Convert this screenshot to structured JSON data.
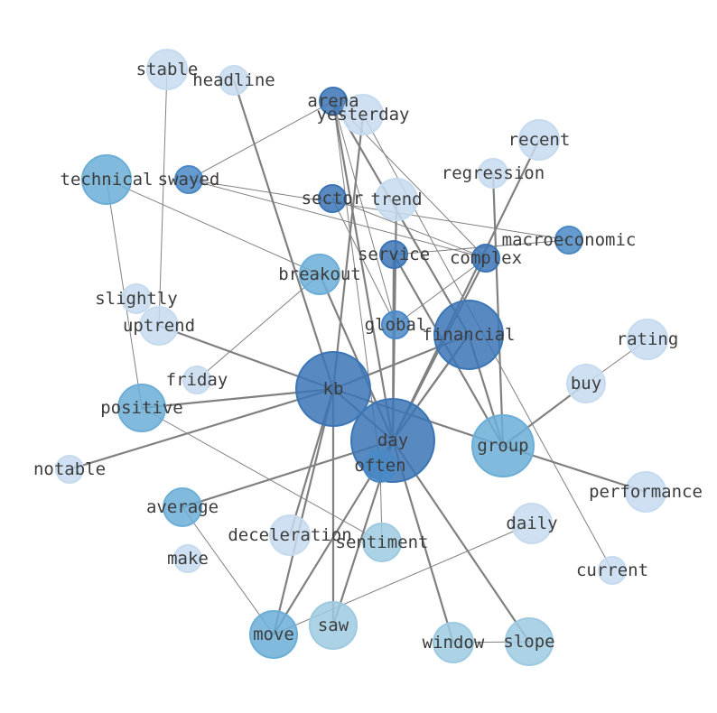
{
  "colors": {
    "background": "#ffffff",
    "edge": "#808080",
    "label": "#3c3c3c",
    "node_levels": [
      "#c6dbef",
      "#9ecae1",
      "#6baed6",
      "#4a89c6",
      "#3b75b6"
    ]
  },
  "graph": {
    "nodes": [
      {
        "id": "stable",
        "label": "stable",
        "level": 0
      },
      {
        "id": "headline",
        "label": "headline",
        "level": 0
      },
      {
        "id": "arena",
        "label": "arena",
        "level": 4
      },
      {
        "id": "yesterday",
        "label": "yesterday",
        "level": 0
      },
      {
        "id": "recent",
        "label": "recent",
        "level": 0
      },
      {
        "id": "regression",
        "label": "regression",
        "level": 0
      },
      {
        "id": "technical",
        "label": "technical",
        "level": 2
      },
      {
        "id": "swayed",
        "label": "swayed",
        "level": 3
      },
      {
        "id": "sector",
        "label": "sector",
        "level": 4
      },
      {
        "id": "trend",
        "label": "trend",
        "level": 0
      },
      {
        "id": "macroeconomic",
        "label": "macroeconomic",
        "level": 3
      },
      {
        "id": "service",
        "label": "service",
        "level": 4
      },
      {
        "id": "complex",
        "label": "complex",
        "level": 4
      },
      {
        "id": "breakout",
        "label": "breakout",
        "level": 2
      },
      {
        "id": "slightly",
        "label": "slightly",
        "level": 0
      },
      {
        "id": "uptrend",
        "label": "uptrend",
        "level": 0
      },
      {
        "id": "global",
        "label": "global",
        "level": 3
      },
      {
        "id": "financial",
        "label": "financial",
        "level": 4
      },
      {
        "id": "rating",
        "label": "rating",
        "level": 0
      },
      {
        "id": "friday",
        "label": "friday",
        "level": 0
      },
      {
        "id": "kb",
        "label": "kb",
        "level": 4
      },
      {
        "id": "buy",
        "label": "buy",
        "level": 0
      },
      {
        "id": "positive",
        "label": "positive",
        "level": 2
      },
      {
        "id": "day",
        "label": "day",
        "level": 4
      },
      {
        "id": "group",
        "label": "group",
        "level": 2
      },
      {
        "id": "notable",
        "label": "notable",
        "level": 0
      },
      {
        "id": "often",
        "label": "often",
        "level": 3
      },
      {
        "id": "performance",
        "label": "performance",
        "level": 0
      },
      {
        "id": "average",
        "label": "average",
        "level": 2
      },
      {
        "id": "daily",
        "label": "daily",
        "level": 0
      },
      {
        "id": "deceleration",
        "label": "deceleration",
        "level": 0
      },
      {
        "id": "sentiment",
        "label": "sentiment",
        "level": 1
      },
      {
        "id": "make",
        "label": "make",
        "level": 0
      },
      {
        "id": "current",
        "label": "current",
        "level": 0
      },
      {
        "id": "move",
        "label": "move",
        "level": 2
      },
      {
        "id": "saw",
        "label": "saw",
        "level": 1
      },
      {
        "id": "window",
        "label": "window",
        "level": 1
      },
      {
        "id": "slope",
        "label": "slope",
        "level": 1
      }
    ],
    "edges": [
      [
        "stable",
        "uptrend"
      ],
      [
        "headline",
        "kb"
      ],
      [
        "technical",
        "positive"
      ],
      [
        "technical",
        "breakout"
      ],
      [
        "swayed",
        "arena"
      ],
      [
        "swayed",
        "complex"
      ],
      [
        "swayed",
        "macroeconomic"
      ],
      [
        "arena",
        "global"
      ],
      [
        "arena",
        "complex"
      ],
      [
        "arena",
        "financial"
      ],
      [
        "arena",
        "day"
      ],
      [
        "arena",
        "often"
      ],
      [
        "yesterday",
        "kb"
      ],
      [
        "yesterday",
        "current"
      ],
      [
        "sector",
        "global"
      ],
      [
        "sector",
        "complex"
      ],
      [
        "trend",
        "day"
      ],
      [
        "service",
        "global"
      ],
      [
        "service",
        "day"
      ],
      [
        "service",
        "macroeconomic"
      ],
      [
        "service",
        "group"
      ],
      [
        "complex",
        "day"
      ],
      [
        "complex",
        "global"
      ],
      [
        "recent",
        "day"
      ],
      [
        "regression",
        "group"
      ],
      [
        "financial",
        "kb"
      ],
      [
        "financial",
        "group"
      ],
      [
        "financial",
        "day"
      ],
      [
        "kb",
        "day"
      ],
      [
        "kb",
        "group"
      ],
      [
        "kb",
        "saw"
      ],
      [
        "kb",
        "notable"
      ],
      [
        "kb",
        "uptrend"
      ],
      [
        "kb",
        "positive"
      ],
      [
        "kb",
        "move"
      ],
      [
        "kb",
        "deceleration"
      ],
      [
        "day",
        "average"
      ],
      [
        "day",
        "move"
      ],
      [
        "day",
        "saw"
      ],
      [
        "day",
        "window"
      ],
      [
        "day",
        "slope"
      ],
      [
        "day",
        "breakout"
      ],
      [
        "day",
        "financial"
      ],
      [
        "group",
        "buy"
      ],
      [
        "group",
        "performance"
      ],
      [
        "buy",
        "rating"
      ],
      [
        "friday",
        "breakout"
      ],
      [
        "positive",
        "sentiment"
      ],
      [
        "often",
        "sentiment"
      ],
      [
        "move",
        "average"
      ],
      [
        "move",
        "daily"
      ],
      [
        "window",
        "slope"
      ]
    ]
  }
}
